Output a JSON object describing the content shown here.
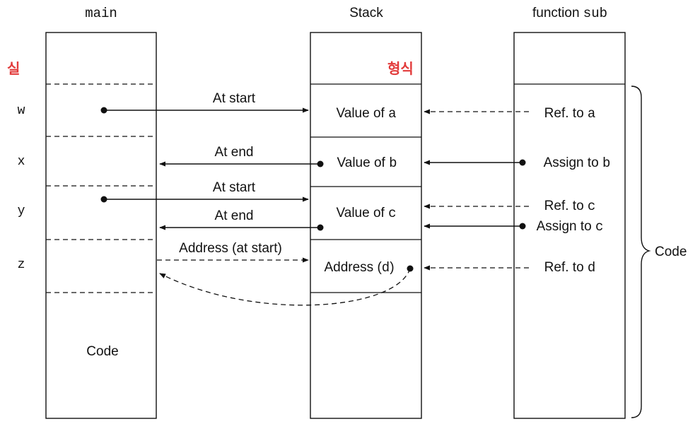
{
  "headers": {
    "main_title": "main",
    "stack_title": "Stack",
    "sub_title_prefix": "function ",
    "sub_title_name": "sub"
  },
  "handwritten": {
    "left_note": "실",
    "right_note": "형식"
  },
  "variables": [
    "w",
    "x",
    "y",
    "z"
  ],
  "main_code_label": "Code",
  "stack_cells": [
    {
      "prefix": "Value of ",
      "name": "a"
    },
    {
      "prefix": "Value of ",
      "name": "b"
    },
    {
      "prefix": "Value of ",
      "name": "c"
    },
    {
      "prefix": "Address (",
      "name": "d",
      "suffix": ")"
    }
  ],
  "sub_refs": [
    {
      "prefix": "Ref. to ",
      "name": "a"
    },
    {
      "prefix": "Assign to ",
      "name": "b"
    },
    {
      "prefix": "Ref. to ",
      "name": "c"
    },
    {
      "prefix": "Assign to ",
      "name": "c"
    },
    {
      "prefix": "Ref. to ",
      "name": "d"
    }
  ],
  "arrow_labels": {
    "w_in": "At start",
    "x_out": "At end",
    "y_in": "At start",
    "y_out": "At end",
    "z_in": "Address (at start)"
  },
  "brace_label": "Code"
}
